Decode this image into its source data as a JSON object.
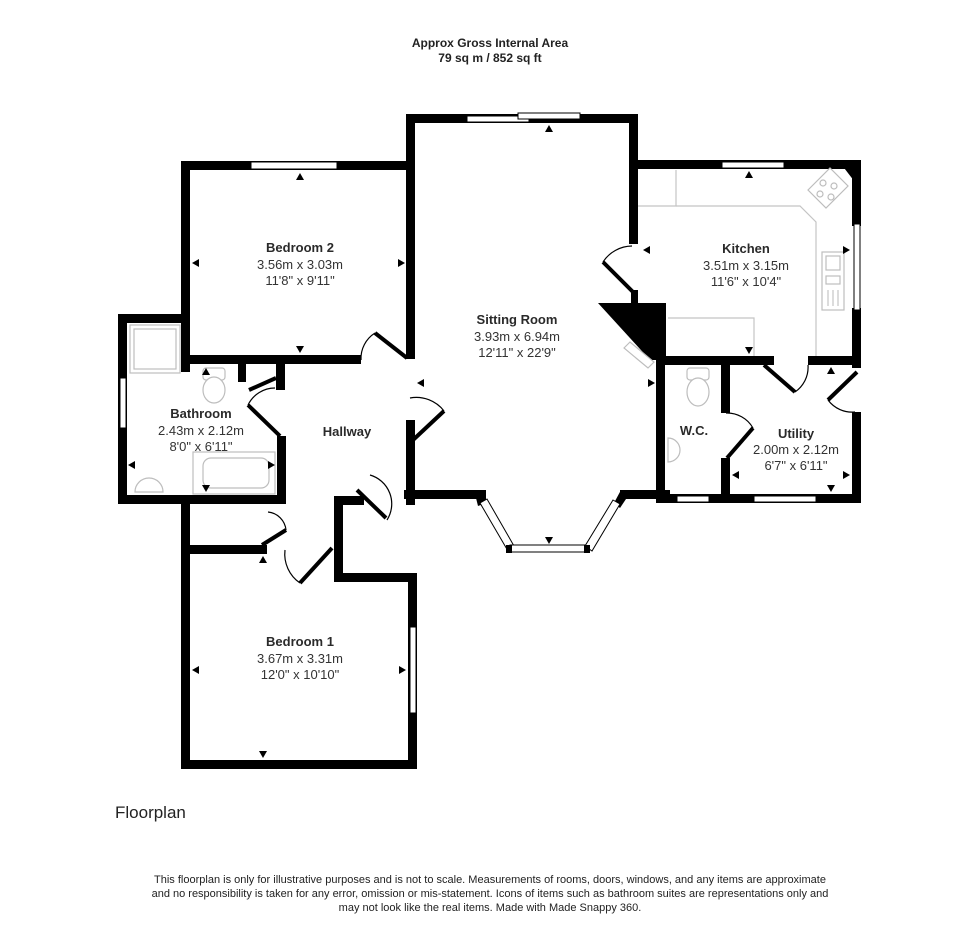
{
  "header": {
    "title": "Approx Gross Internal Area",
    "area": "79 sq m / 852 sq ft"
  },
  "rooms": {
    "bedroom2": {
      "name": "Bedroom 2",
      "metric": "3.56m x 3.03m",
      "imperial": "11'8\" x 9'11\""
    },
    "sitting_room": {
      "name": "Sitting Room",
      "metric": "3.93m x 6.94m",
      "imperial": "12'11\" x 22'9\""
    },
    "kitchen": {
      "name": "Kitchen",
      "metric": "3.51m x 3.15m",
      "imperial": "11'6\" x 10'4\""
    },
    "bathroom": {
      "name": "Bathroom",
      "metric": "2.43m x 2.12m",
      "imperial": "8'0\" x 6'11\""
    },
    "hallway": {
      "name": "Hallway"
    },
    "wc": {
      "name": "W.C."
    },
    "utility": {
      "name": "Utility",
      "metric": "2.00m x 2.12m",
      "imperial": "6'7\" x 6'11\""
    },
    "bedroom1": {
      "name": "Bedroom 1",
      "metric": "3.67m x 3.31m",
      "imperial": "12'0\" x 10'10\""
    }
  },
  "floor_label": "Floorplan",
  "disclaimer": {
    "line1": "This floorplan is only for illustrative purposes and is not to scale. Measurements of rooms, doors, windows, and any items are approximate",
    "line2": "and no responsibility is taken for any error, omission or mis-statement. Icons of items such as bathroom suites are representations only and",
    "line3": "may not look like the real items. Made with Made Snappy 360."
  },
  "colors": {
    "wall": "#000000",
    "background": "#ffffff",
    "fixture": "#bdbdbd"
  }
}
